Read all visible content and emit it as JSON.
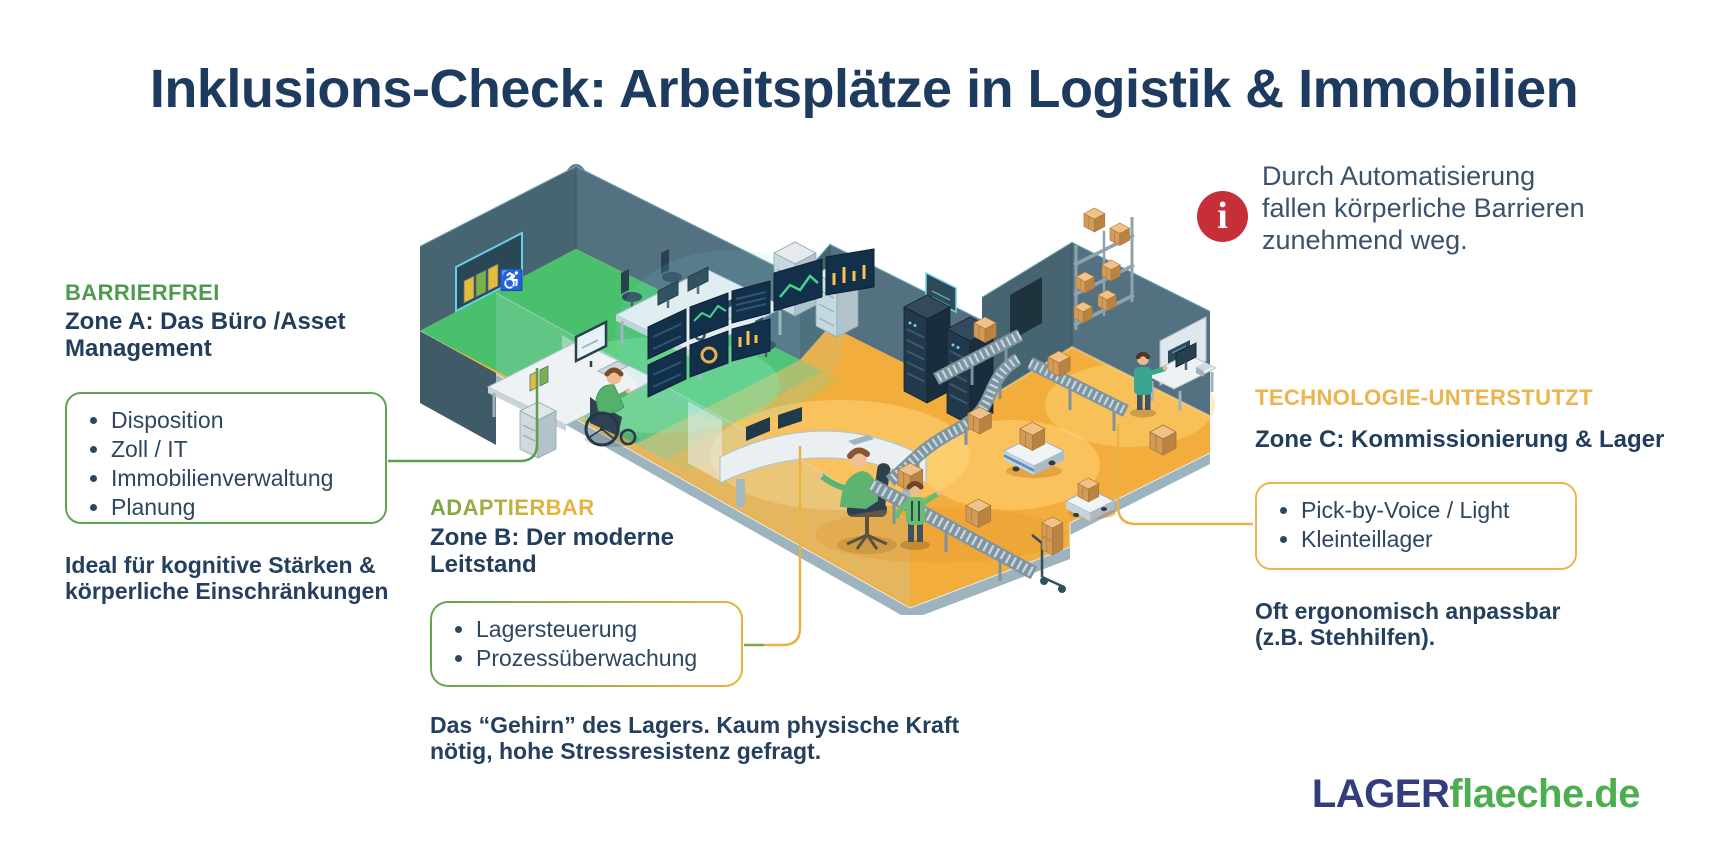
{
  "title": "Inklusions-Check: Arbeitsplätze in Logistik & Immobilien",
  "info_note": {
    "icon": "info-icon",
    "icon_glyph": "i",
    "icon_color": "#c62f38",
    "lines": [
      "Durch Automatisierung",
      "fallen körperliche Barrieren",
      "zunehmend weg."
    ]
  },
  "zone_a": {
    "tag": "BARRIERFREI",
    "tag_color": "#4e9b4f",
    "title_lines": [
      "Zone A: Das Büro /Asset",
      "Management"
    ],
    "bullets": [
      "Disposition",
      "Zoll / IT",
      "Immobilienverwaltung",
      "Planung"
    ],
    "caption_lines": [
      "Ideal für kognitive Stärken &",
      "körperliche Einschränkungen"
    ]
  },
  "zone_b": {
    "tag": "ADAPTIERBAR",
    "tag_colors": [
      "#6ca644",
      "#e9b43d"
    ],
    "title_lines": [
      "Zone B: Der moderne",
      "Leitstand"
    ],
    "bullets": [
      "Lagersteuerung",
      "Prozessüberwachung"
    ],
    "caption_lines": [
      "Das “Gehirn” des Lagers. Kaum physische Kraft",
      "nötig, hohe Stressresistenz gefragt."
    ]
  },
  "zone_c": {
    "tag": "TECHNOLOGIE-UNTERSTUTZT",
    "tag_color": "#ecb44a",
    "title": "Zone C: Kommissionierung & Lager",
    "bullets": [
      "Pick-by-Voice / Light",
      "Kleinteillager"
    ],
    "caption_lines": [
      "Oft ergonomisch anpassbar",
      "(z.B. Stehhilfen)."
    ]
  },
  "logo": {
    "part1": "LAGER",
    "part2": "flaeche.de",
    "part1_color": "#333d7d",
    "part2_color": "#4cae4f"
  },
  "illustration": {
    "scene": "isometric-warehouse-cutaway",
    "zone_a_scene": {
      "label": "office-zone",
      "floor_color": "#49c16c",
      "elements": [
        "accessibility-board",
        "office-desks",
        "computer-monitors",
        "wheelchair-user",
        "office-chairs",
        "filing-cabinets"
      ]
    },
    "zone_b_scene": {
      "label": "control-room-zone",
      "floor_color": "#f3ad3d",
      "elements": [
        "curved-monitor-wall",
        "control-console",
        "operator",
        "server-racks",
        "wall-panel"
      ]
    },
    "zone_c_scene": {
      "label": "warehouse-zone",
      "floor_color": "#f3ad3d",
      "elements": [
        "conveyor-belts",
        "cardboard-boxes",
        "shelf-rack",
        "agv-robots",
        "picking-worker",
        "hand-truck",
        "packing-station",
        "doorway"
      ]
    },
    "wall_color": "#4b6a77",
    "connector_colors": {
      "zone_a": "#5f9e4a",
      "zone_b": "#e8b344",
      "zone_c": "#e8b344"
    }
  }
}
